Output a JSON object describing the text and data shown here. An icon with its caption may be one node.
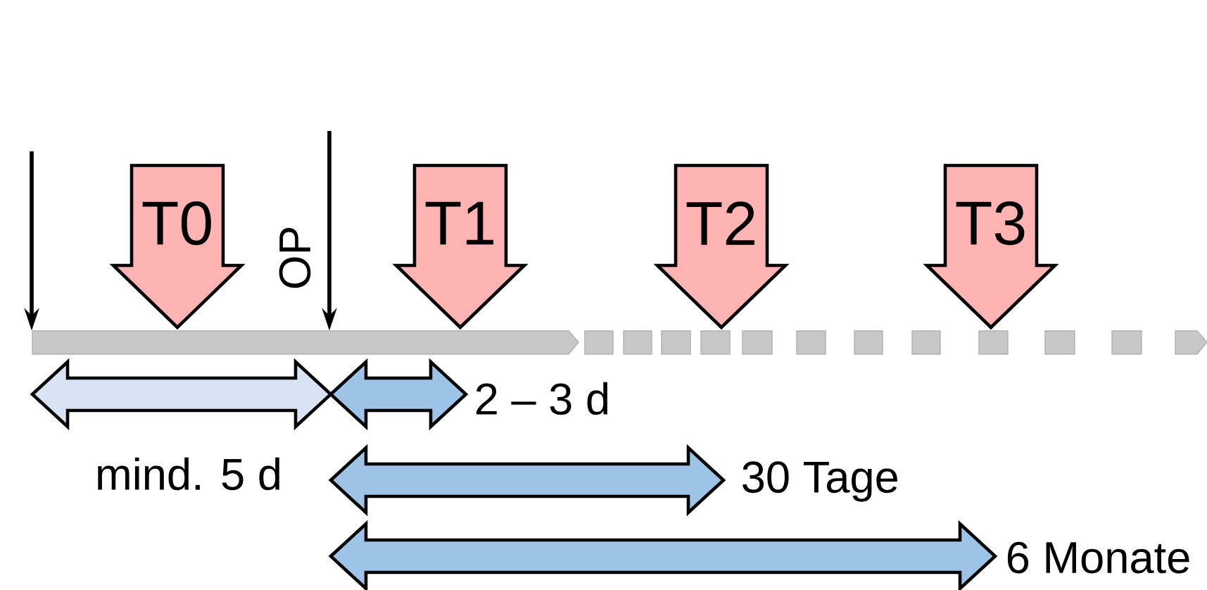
{
  "diagram": {
    "nodes": [
      {
        "text": [
          "T0"
        ]
      },
      {
        "text": [
          "T1"
        ]
      },
      {
        "text": [
          "T2"
        ]
      },
      {
        "text": [
          "T3"
        ]
      },
      {
        "text": [],
        "shape": "bar"
      }
    ],
    "edges": [
      {
        "from": null,
        "to": 4,
        "arrow": "to"
      },
      {
        "from": null,
        "to": 4,
        "arrow": "to",
        "label": "OP"
      }
    ],
    "labels": [
      "2 – 3 d",
      "mind. 5 d",
      "30 Tage",
      "6 Monate"
    ]
  }
}
